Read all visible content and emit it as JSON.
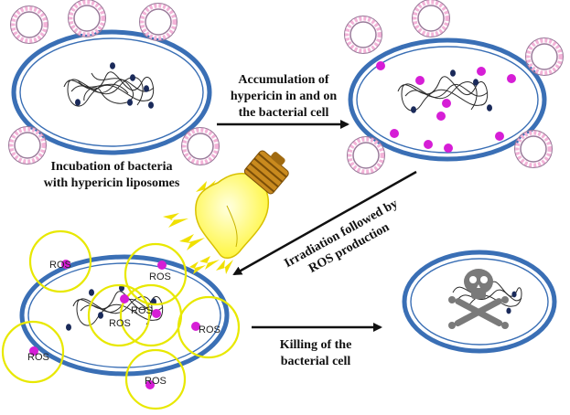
{
  "captions": {
    "step1_line1": "Incubation of bacteria",
    "step1_line2": "with hypericin liposomes",
    "step2_line1": "Accumulation of",
    "step2_line2": "hypericin in and on",
    "step2_line3": "the bacterial cell",
    "step3_line1": "Irradiation followed by",
    "step3_line2": "ROS production",
    "step4_line1": "Killing of the",
    "step4_line2": "bacterial cell"
  },
  "ros_label": "ROS",
  "colors": {
    "cell_outer": "#3a6fb5",
    "cell_fill": "#ffffff",
    "dna": "#2a2a2a",
    "nucleoid_dot": "#1a2a5a",
    "hypericin": "#d61ed6",
    "liposome_shell": "#9a7a9a",
    "liposome_head": "#f3b3d8",
    "ros_circle": "#e8e800",
    "bulb": "#fff640",
    "bulb_base": "#c98a1e",
    "ray": "#f0e000",
    "arrow": "#111111",
    "skull": "#7a7a7a"
  },
  "icons": [
    "liposome-icon",
    "light-bulb-icon",
    "skull-crossbones-icon"
  ]
}
